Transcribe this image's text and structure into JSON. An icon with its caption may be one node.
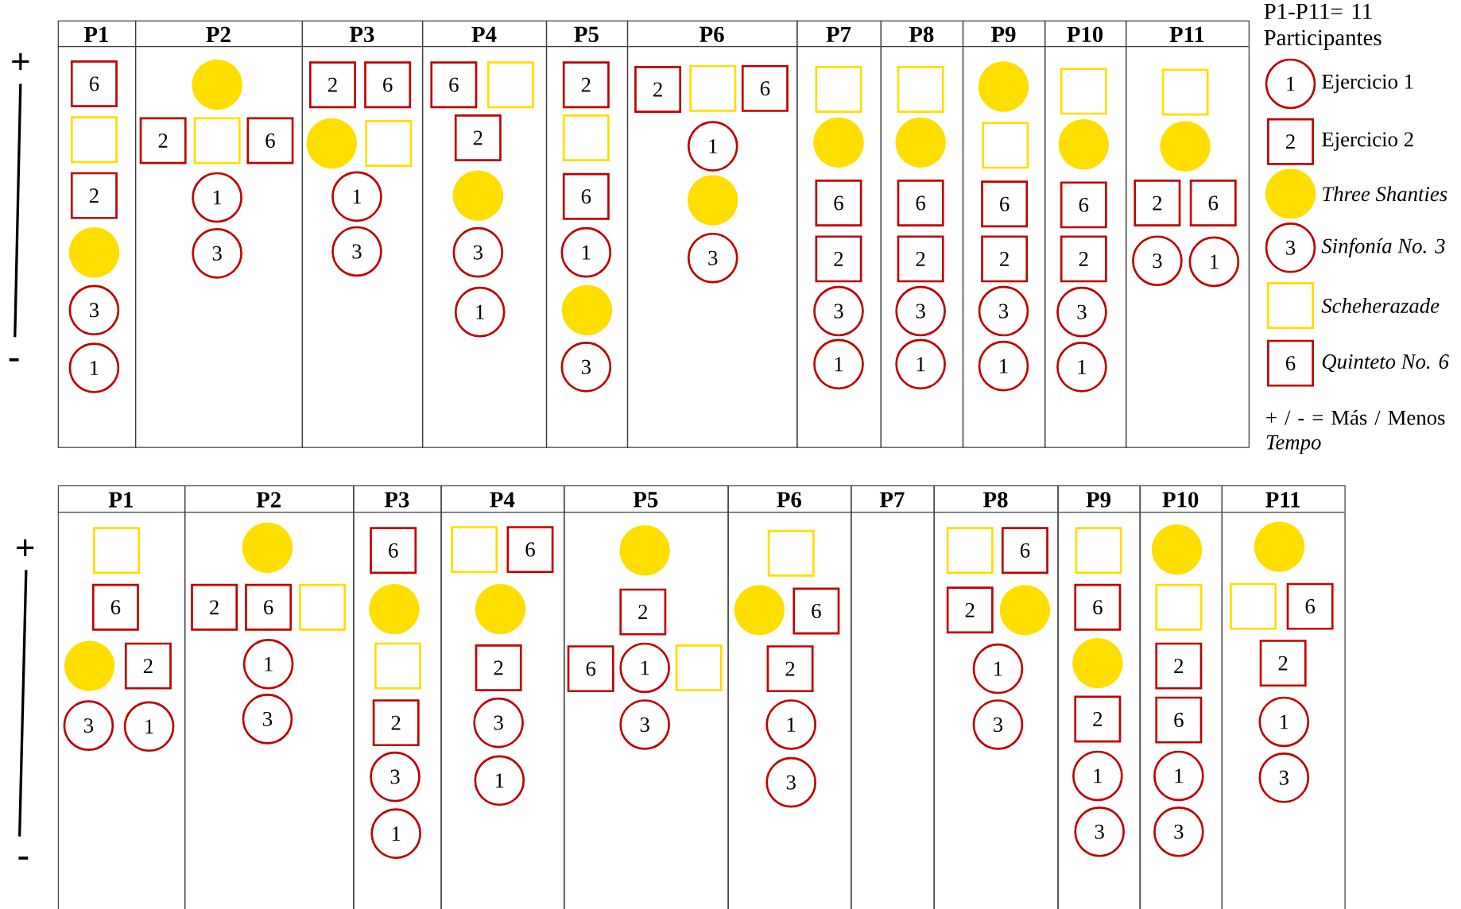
{
  "diagram": {
    "nodes": [
      {
        "text": [
          "P1"
        ]
      },
      {
        "text": [
          "6"
        ],
        "in": 0
      },
      {
        "text": [],
        "shape": "box",
        "in": 0
      },
      {
        "text": [
          "2"
        ],
        "in": 0
      },
      {
        "text": [],
        "shape": "circle",
        "in": 0
      },
      {
        "text": [
          "3"
        ],
        "in": 0
      },
      {
        "text": [
          "1"
        ],
        "in": 0
      },
      {
        "text": [
          "P2"
        ]
      },
      {
        "text": [],
        "shape": "circle",
        "in": 7
      },
      {
        "text": [
          "2"
        ],
        "in": 7
      },
      {
        "text": [],
        "shape": "box",
        "in": 7
      },
      {
        "text": [
          "6"
        ],
        "in": 7
      },
      {
        "text": [
          "1"
        ],
        "in": 7
      },
      {
        "text": [
          "3"
        ],
        "in": 7
      },
      {
        "text": [
          "P3"
        ]
      },
      {
        "text": [
          "2"
        ],
        "in": 14
      },
      {
        "text": [
          "6"
        ],
        "in": 14
      },
      {
        "text": [],
        "shape": "circle",
        "in": 14
      },
      {
        "text": [],
        "shape": "box",
        "in": 14
      },
      {
        "text": [
          "1"
        ],
        "in": 14
      },
      {
        "text": [
          "3"
        ],
        "in": 14
      },
      {
        "text": [
          "P4"
        ]
      },
      {
        "text": [
          "6"
        ],
        "in": 21
      },
      {
        "text": [],
        "shape": "box",
        "in": 21
      },
      {
        "text": [
          "2"
        ],
        "in": 21
      },
      {
        "text": [],
        "shape": "circle",
        "in": 21
      },
      {
        "text": [
          "3"
        ],
        "in": 21
      },
      {
        "text": [
          "1"
        ],
        "in": 21
      },
      {
        "text": [
          "P5"
        ]
      },
      {
        "text": [
          "2"
        ],
        "in": 28
      },
      {
        "text": [],
        "shape": "box",
        "in": 28
      },
      {
        "text": [
          "6"
        ],
        "in": 28
      },
      {
        "text": [
          "1"
        ],
        "in": 28
      },
      {
        "text": [],
        "shape": "circle",
        "in": 28
      },
      {
        "text": [
          "3"
        ],
        "in": 28
      },
      {
        "text": [
          "P6"
        ]
      },
      {
        "text": [
          "2"
        ],
        "in": 35
      },
      {
        "text": [],
        "shape": "box",
        "in": 35
      },
      {
        "text": [
          "6"
        ],
        "in": 35
      },
      {
        "text": [
          "1"
        ],
        "in": 35
      },
      {
        "text": [],
        "shape": "circle",
        "in": 35
      },
      {
        "text": [
          "3"
        ],
        "in": 35
      },
      {
        "text": [
          "P7"
        ]
      },
      {
        "text": [],
        "shape": "box",
        "in": 42
      },
      {
        "text": [],
        "shape": "circle",
        "in": 42
      },
      {
        "text": [
          "6"
        ],
        "in": 42
      },
      {
        "text": [
          "2"
        ],
        "in": 42
      },
      {
        "text": [
          "3"
        ],
        "in": 42
      },
      {
        "text": [
          "1"
        ],
        "in": 42
      },
      {
        "text": [
          "P8"
        ]
      },
      {
        "text": [],
        "shape": "box",
        "in": 49
      },
      {
        "text": [],
        "shape": "circle",
        "in": 49
      },
      {
        "text": [
          "6"
        ],
        "in": 49
      },
      {
        "text": [
          "2"
        ],
        "in": 49
      },
      {
        "text": [
          "3"
        ],
        "in": 49
      },
      {
        "text": [
          "1"
        ],
        "in": 49
      },
      {
        "text": [
          "P9"
        ]
      },
      {
        "text": [],
        "shape": "circle",
        "in": 56
      },
      {
        "text": [],
        "shape": "box",
        "in": 56
      },
      {
        "text": [
          "6"
        ],
        "in": 56
      },
      {
        "text": [
          "2"
        ],
        "in": 56
      },
      {
        "text": [
          "3"
        ],
        "in": 56
      },
      {
        "text": [
          "1"
        ],
        "in": 56
      },
      {
        "text": [
          "P10"
        ]
      },
      {
        "text": [],
        "shape": "box",
        "in": 63
      },
      {
        "text": [],
        "shape": "circle",
        "in": 63
      },
      {
        "text": [
          "6"
        ],
        "in": 63
      },
      {
        "text": [
          "2"
        ],
        "in": 63
      },
      {
        "text": [
          "3"
        ],
        "in": 63
      },
      {
        "text": [
          "1"
        ],
        "in": 63
      },
      {
        "text": [
          "P11"
        ]
      },
      {
        "text": [],
        "shape": "box",
        "in": 70
      },
      {
        "text": [],
        "shape": "circle",
        "in": 70
      },
      {
        "text": [
          "2"
        ],
        "in": 70
      },
      {
        "text": [
          "6"
        ],
        "in": 70
      },
      {
        "text": [
          "3"
        ],
        "in": 70
      },
      {
        "text": [
          "1"
        ],
        "in": 70
      },
      {
        "text": [
          "P1"
        ]
      },
      {
        "text": [],
        "shape": "box",
        "in": 77
      },
      {
        "text": [
          "6"
        ],
        "in": 77
      },
      {
        "text": [],
        "shape": "circle",
        "in": 77
      },
      {
        "text": [
          "2"
        ],
        "in": 77
      },
      {
        "text": [
          "3"
        ],
        "in": 77
      },
      {
        "text": [
          "1"
        ],
        "in": 77
      },
      {
        "text": [
          "P2"
        ]
      },
      {
        "text": [],
        "shape": "circle",
        "in": 84
      },
      {
        "text": [
          "2"
        ],
        "in": 84
      },
      {
        "text": [
          "6"
        ],
        "in": 84
      },
      {
        "text": [],
        "shape": "box",
        "in": 84
      },
      {
        "text": [
          "1"
        ],
        "in": 84
      },
      {
        "text": [
          "3"
        ],
        "in": 84
      },
      {
        "text": [
          "P3"
        ]
      },
      {
        "text": [
          "6"
        ],
        "in": 91
      },
      {
        "text": [],
        "shape": "circle",
        "in": 91
      },
      {
        "text": [],
        "shape": "box",
        "in": 91
      },
      {
        "text": [
          "2"
        ],
        "in": 91
      },
      {
        "text": [
          "3"
        ],
        "in": 91
      },
      {
        "text": [
          "1"
        ],
        "in": 91
      },
      {
        "text": [
          "P4"
        ]
      },
      {
        "text": [],
        "shape": "box",
        "in": 98
      },
      {
        "text": [
          "6"
        ],
        "in": 98
      },
      {
        "text": [],
        "shape": "circle",
        "in": 98
      },
      {
        "text": [
          "2"
        ],
        "in": 98
      },
      {
        "text": [
          "3"
        ],
        "in": 98
      },
      {
        "text": [
          "1"
        ],
        "in": 98
      },
      {
        "text": [
          "P5"
        ]
      },
      {
        "text": [],
        "shape": "circle",
        "in": 105
      },
      {
        "text": [
          "2"
        ],
        "in": 105
      },
      {
        "text": [
          "6"
        ],
        "in": 105
      },
      {
        "text": [
          "1"
        ],
        "in": 105
      },
      {
        "text": [],
        "shape": "box",
        "in": 105
      },
      {
        "text": [
          "3"
        ],
        "in": 105
      },
      {
        "text": [
          "P6"
        ]
      },
      {
        "text": [],
        "shape": "box",
        "in": 112
      },
      {
        "text": [],
        "shape": "circle",
        "in": 112
      },
      {
        "text": [
          "6"
        ],
        "in": 112
      },
      {
        "text": [
          "2"
        ],
        "in": 112
      },
      {
        "text": [
          "1"
        ],
        "in": 112
      },
      {
        "text": [
          "3"
        ],
        "in": 112
      },
      {
        "text": [
          "P7"
        ]
      },
      {
        "text": [
          "P8"
        ]
      },
      {
        "text": [],
        "shape": "box",
        "in": 120
      },
      {
        "text": [
          "6"
        ],
        "in": 120
      },
      {
        "text": [
          "2"
        ],
        "in": 120
      },
      {
        "text": [],
        "shape": "circle",
        "in": 120
      },
      {
        "text": [
          "1"
        ],
        "in": 120
      },
      {
        "text": [
          "3"
        ],
        "in": 120
      },
      {
        "text": [
          "P9"
        ]
      },
      {
        "text": [],
        "shape": "box",
        "in": 127
      },
      {
        "text": [
          "6"
        ],
        "in": 127
      },
      {
        "text": [],
        "shape": "circle",
        "in": 127
      },
      {
        "text": [
          "2"
        ],
        "in": 127
      },
      {
        "text": [
          "1"
        ],
        "in": 127
      },
      {
        "text": [
          "3"
        ],
        "in": 127
      },
      {
        "text": [
          "P10"
        ]
      },
      {
        "text": [],
        "shape": "circle",
        "in": 134
      },
      {
        "text": [],
        "shape": "box",
        "in": 134
      },
      {
        "text": [
          "2"
        ],
        "in": 134
      },
      {
        "text": [
          "6"
        ],
        "in": 134
      },
      {
        "text": [
          "1"
        ],
        "in": 134
      },
      {
        "text": [
          "3"
        ],
        "in": 134
      },
      {
        "text": [
          "P11"
        ]
      },
      {
        "text": [],
        "shape": "circle",
        "in": 141
      },
      {
        "text": [],
        "shape": "box",
        "in": 141
      },
      {
        "text": [
          "6"
        ],
        "in": 141
      },
      {
        "text": [
          "2"
        ],
        "in": 141
      },
      {
        "text": [
          "1"
        ],
        "in": 141
      },
      {
        "text": [
          "3"
        ],
        "in": 141
      }
    ],
    "labels": [
      "P1-P11= 11 Participantes",
      "1",
      "2",
      "3",
      "6",
      "+ / -  = Más / Menos *Tempo*",
      "+",
      "-",
      "+",
      "-"
    ],
    "legend": [
      {
        "text": "Ejercicio 1"
      },
      {
        "text": "Ejercicio 2"
      },
      {
        "text": "Three Shanties"
      },
      {
        "text": "Sinfonía No. 3"
      },
      {
        "text": "Scheherazade"
      },
      {
        "text": "Quinteto No. 6"
      }
    ]
  }
}
